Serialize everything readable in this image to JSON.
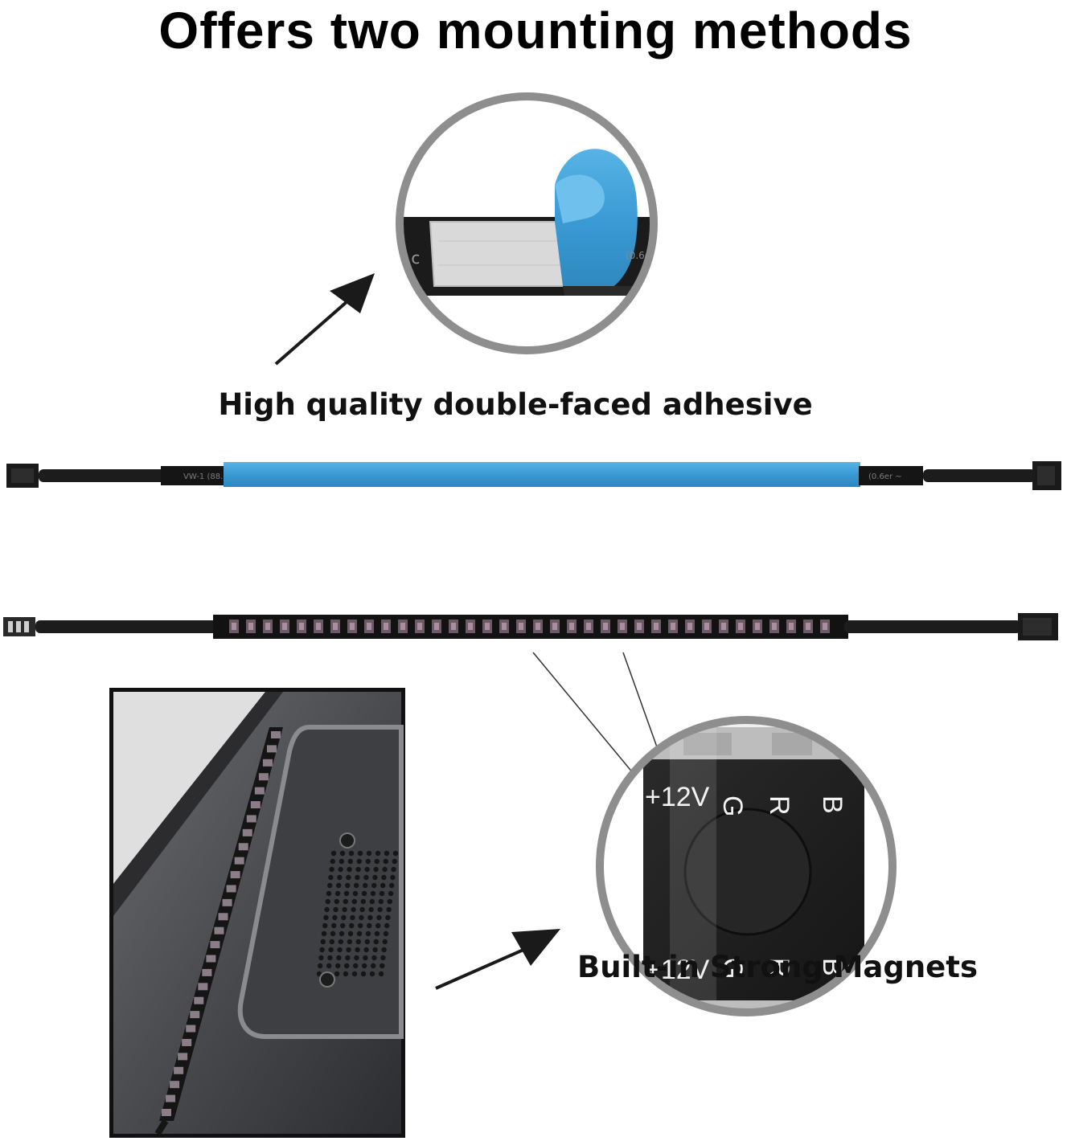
{
  "headline": "Offers two mounting methods",
  "adhesive": {
    "caption": "High quality double-faced adhesive",
    "tape_color": "#3a9ad3"
  },
  "magnet": {
    "caption": "Built-in Strong Magnets",
    "pad_labels": [
      "+12V",
      "G",
      "R",
      "B"
    ]
  },
  "colors": {
    "circle_border": "#8e8e8e",
    "strip_body": "#141414",
    "case_panel": "#4a4b4e"
  }
}
